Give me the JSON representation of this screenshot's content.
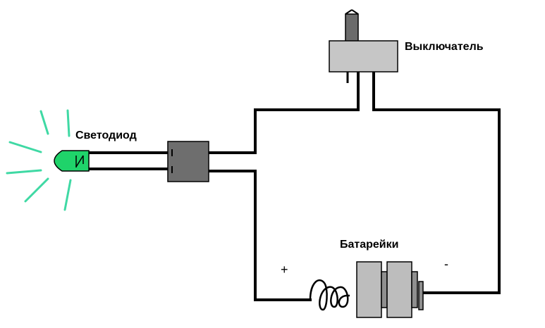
{
  "labels": {
    "switch": "Выключатель",
    "led": "Светодиод",
    "batteries": "Батарейки",
    "plus": "+",
    "minus": "-"
  },
  "colors": {
    "wire": "#000000",
    "led_body": "#1fd36a",
    "led_rays": "#3fd9a4",
    "connector": "#6e6e6e",
    "switch_body": "#c6c6c6",
    "battery": "#bdbdbd"
  }
}
